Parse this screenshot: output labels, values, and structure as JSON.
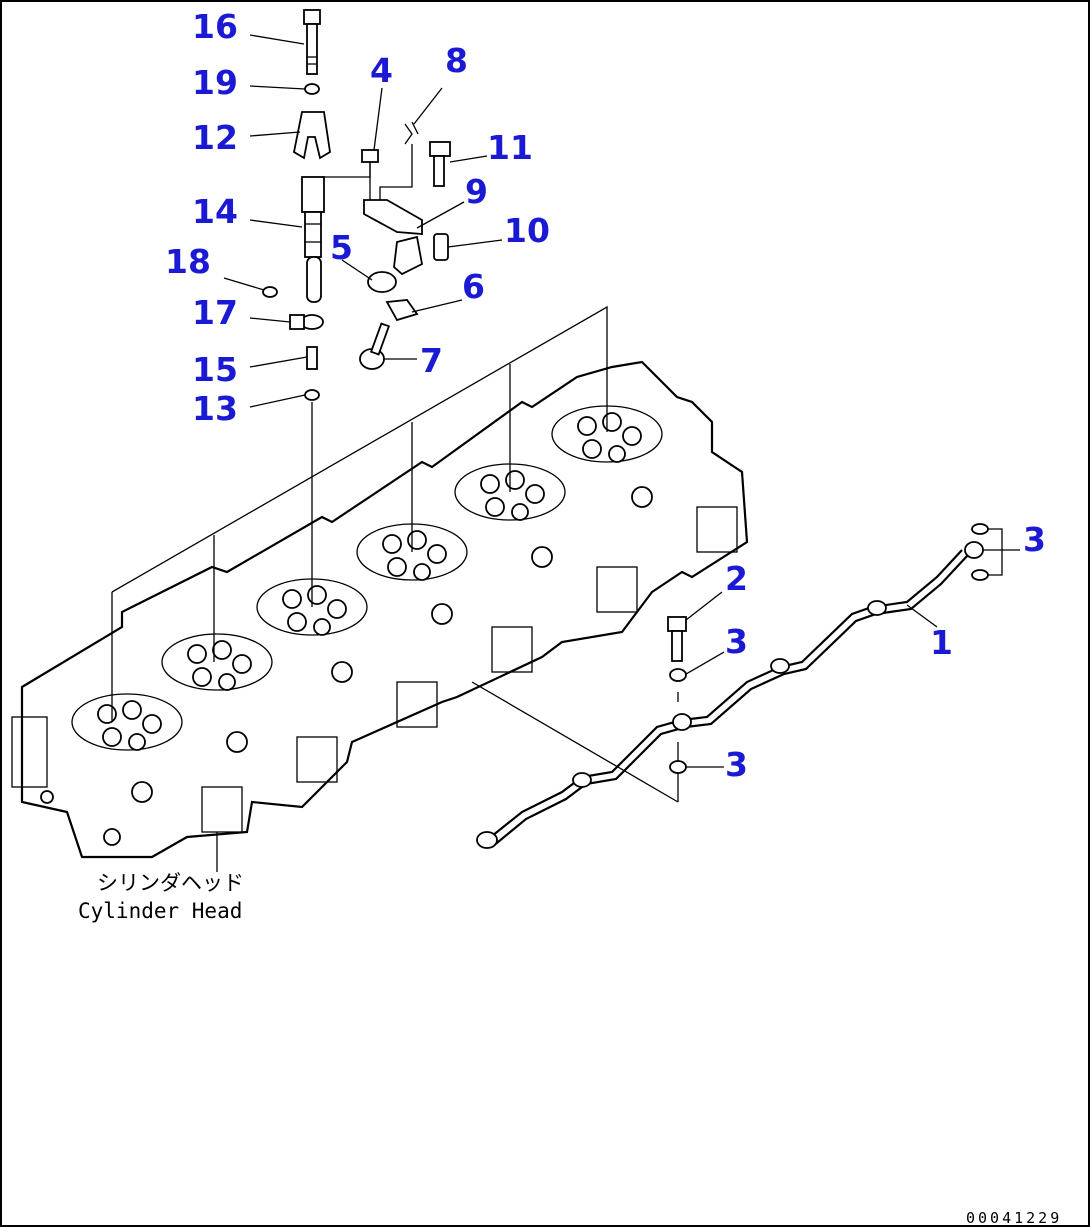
{
  "callouts": [
    {
      "id": "1",
      "label": "1"
    },
    {
      "id": "2",
      "label": "2"
    },
    {
      "id": "3a",
      "label": "3"
    },
    {
      "id": "3b",
      "label": "3"
    },
    {
      "id": "3c",
      "label": "3"
    },
    {
      "id": "4",
      "label": "4"
    },
    {
      "id": "5",
      "label": "5"
    },
    {
      "id": "6",
      "label": "6"
    },
    {
      "id": "7",
      "label": "7"
    },
    {
      "id": "8",
      "label": "8"
    },
    {
      "id": "9",
      "label": "9"
    },
    {
      "id": "10",
      "label": "10"
    },
    {
      "id": "11",
      "label": "11"
    },
    {
      "id": "12",
      "label": "12"
    },
    {
      "id": "13",
      "label": "13"
    },
    {
      "id": "14",
      "label": "14"
    },
    {
      "id": "15",
      "label": "15"
    },
    {
      "id": "16",
      "label": "16"
    },
    {
      "id": "17",
      "label": "17"
    },
    {
      "id": "18",
      "label": "18"
    },
    {
      "id": "19",
      "label": "19"
    }
  ],
  "caption": {
    "japanese": "シリンダヘッド",
    "english": "Cylinder Head"
  },
  "document_number": "00041229",
  "colors": {
    "callout": "#1a1ad4",
    "line": "#000000",
    "background": "#ffffff"
  }
}
